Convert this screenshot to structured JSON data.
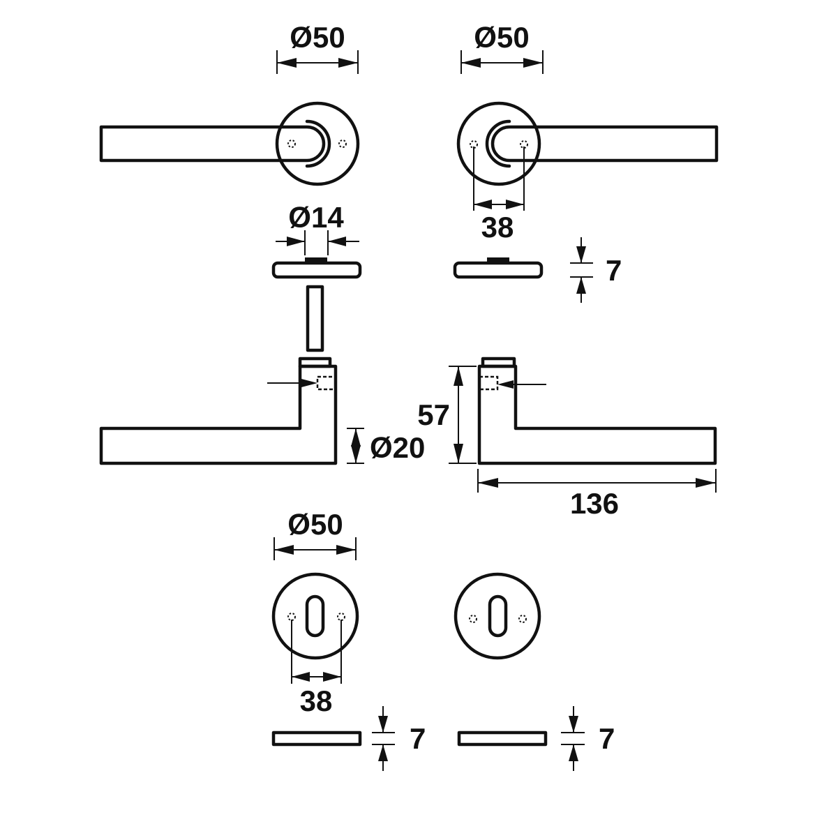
{
  "dimensions": {
    "rose_diameter_top_left": "Ø50",
    "rose_diameter_top_right": "Ø50",
    "screw_spacing_top": "38",
    "spindle_diameter": "Ø14",
    "rose_height_top": "7",
    "lever_diameter": "Ø20",
    "lever_height": "57",
    "lever_length": "136",
    "escutcheon_diameter": "Ø50",
    "screw_spacing_bottom": "38",
    "escutcheon_height_left": "7",
    "escutcheon_height_right": "7"
  },
  "colors": {
    "line": "#111111",
    "background": "#ffffff"
  }
}
